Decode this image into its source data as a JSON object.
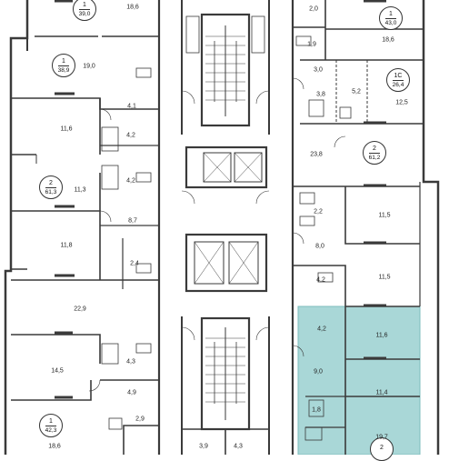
{
  "colors": {
    "wall": "#3a3a3a",
    "thin_line": "#555555",
    "highlight_fill": "#a9d7d7",
    "highlight_stroke": "#7dbcbc",
    "background": "#ffffff"
  },
  "apartments": [
    {
      "id": "apt-left-1",
      "rooms": "1",
      "area": "39,0"
    },
    {
      "id": "apt-left-2",
      "rooms": "1",
      "area": "38,9"
    },
    {
      "id": "apt-left-3",
      "rooms": "2",
      "area": "61,3"
    },
    {
      "id": "apt-left-4",
      "rooms": "1",
      "area": "42,3"
    },
    {
      "id": "apt-right-1",
      "rooms": "1",
      "area": "43,0"
    },
    {
      "id": "apt-right-2",
      "rooms": "1С",
      "area": "26,4"
    },
    {
      "id": "apt-right-3",
      "rooms": "2",
      "area": "61,2"
    },
    {
      "id": "apt-right-4",
      "rooms": "2",
      "area": ""
    }
  ],
  "room_areas": [
    "18,6",
    "19,0",
    "4,1",
    "11,6",
    "4,2",
    "4,2",
    "11,3",
    "8,7",
    "11,8",
    "2,4",
    "22,9",
    "14,5",
    "4,3",
    "4,9",
    "18,6",
    "2,9",
    "3,9",
    "4,3",
    "2,0",
    "18,6",
    "1,9",
    "3,0",
    "3,8",
    "5,2",
    "12,5",
    "23,8",
    "2,2",
    "11,5",
    "8,0",
    "4,2",
    "11,5",
    "4,2",
    "11,6",
    "9,0",
    "11,4",
    "1,8",
    "19,7"
  ]
}
